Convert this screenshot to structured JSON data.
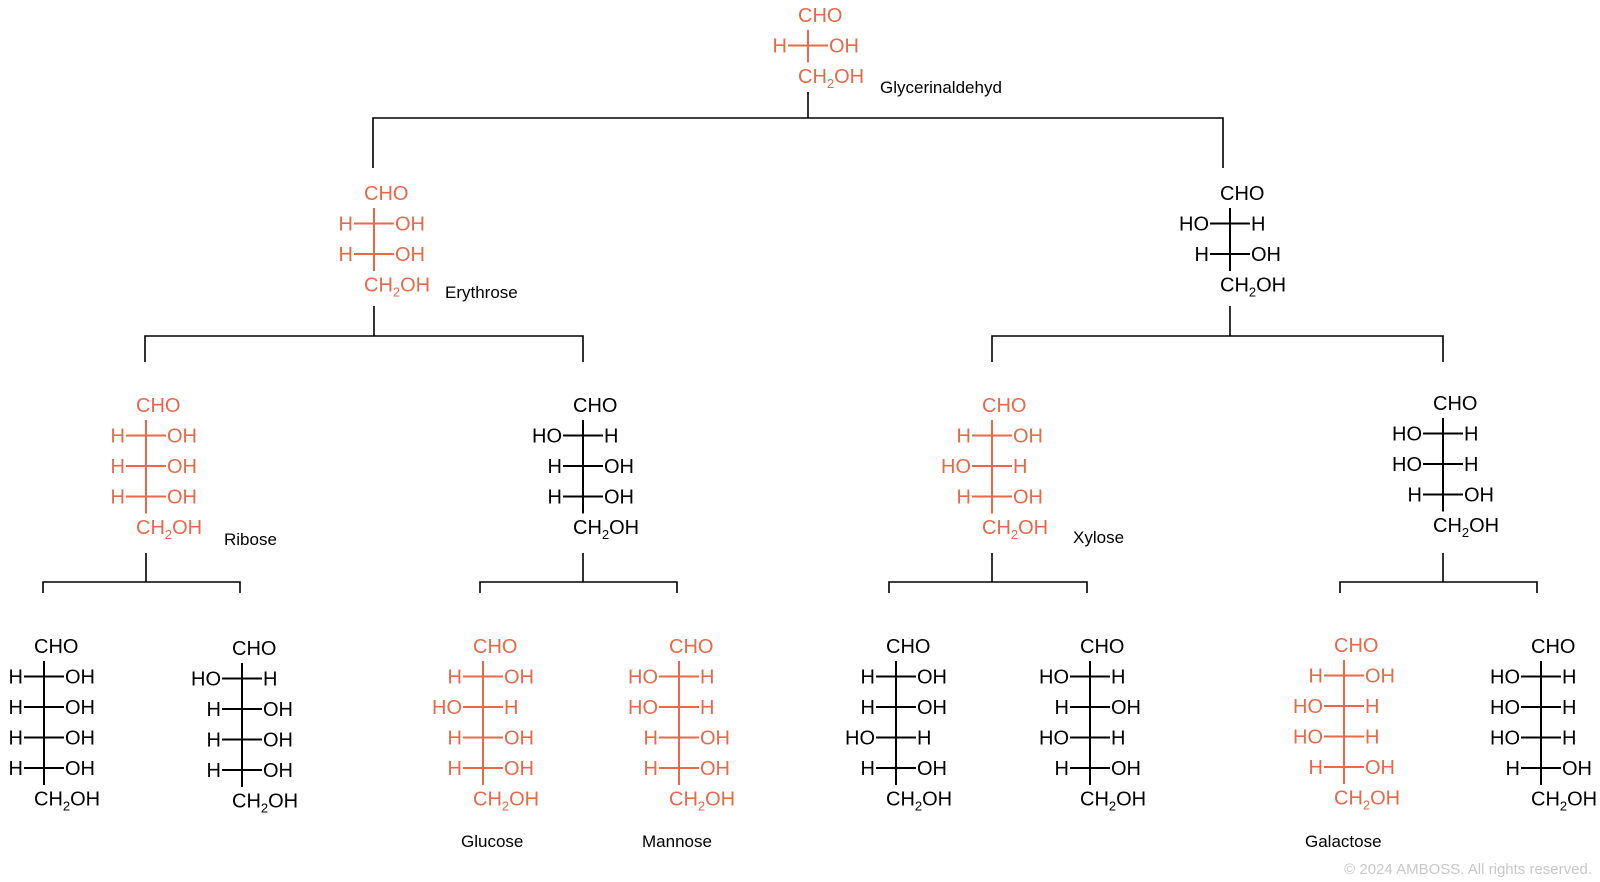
{
  "colors": {
    "highlight": "#E8694A",
    "normal": "#000000",
    "connector": "#000000"
  },
  "labels": {
    "glyceraldehyde": "Glycerinaldehyd",
    "erythrose": "Erythrose",
    "ribose": "Ribose",
    "xylose": "Xylose",
    "glucose": "Glucose",
    "mannose": "Mannose",
    "galactose": "Galactose"
  },
  "copyright": "© 2024 AMBOSS. All rights reserved.",
  "molecules": [
    {
      "id": "glyceraldehyde",
      "highlight": true,
      "top": "CHO",
      "rows": [
        [
          "H",
          "OH"
        ]
      ],
      "bottom": "CH2OH"
    },
    {
      "id": "erythrose",
      "highlight": true,
      "top": "CHO",
      "rows": [
        [
          "H",
          "OH"
        ],
        [
          "H",
          "OH"
        ]
      ],
      "bottom": "CH2OH"
    },
    {
      "id": "threose",
      "highlight": false,
      "top": "CHO",
      "rows": [
        [
          "HO",
          "H"
        ],
        [
          "H",
          "OH"
        ]
      ],
      "bottom": "CH2OH"
    },
    {
      "id": "ribose",
      "highlight": true,
      "top": "CHO",
      "rows": [
        [
          "H",
          "OH"
        ],
        [
          "H",
          "OH"
        ],
        [
          "H",
          "OH"
        ]
      ],
      "bottom": "CH2OH"
    },
    {
      "id": "arabinose",
      "highlight": false,
      "top": "CHO",
      "rows": [
        [
          "HO",
          "H"
        ],
        [
          "H",
          "OH"
        ],
        [
          "H",
          "OH"
        ]
      ],
      "bottom": "CH2OH"
    },
    {
      "id": "xylose",
      "highlight": true,
      "top": "CHO",
      "rows": [
        [
          "H",
          "OH"
        ],
        [
          "HO",
          "H"
        ],
        [
          "H",
          "OH"
        ]
      ],
      "bottom": "CH2OH"
    },
    {
      "id": "lyxose",
      "highlight": false,
      "top": "CHO",
      "rows": [
        [
          "HO",
          "H"
        ],
        [
          "HO",
          "H"
        ],
        [
          "H",
          "OH"
        ]
      ],
      "bottom": "CH2OH"
    },
    {
      "id": "allose",
      "highlight": false,
      "top": "CHO",
      "rows": [
        [
          "H",
          "OH"
        ],
        [
          "H",
          "OH"
        ],
        [
          "H",
          "OH"
        ],
        [
          "H",
          "OH"
        ]
      ],
      "bottom": "CH2OH"
    },
    {
      "id": "altrose",
      "highlight": false,
      "top": "CHO",
      "rows": [
        [
          "HO",
          "H"
        ],
        [
          "H",
          "OH"
        ],
        [
          "H",
          "OH"
        ],
        [
          "H",
          "OH"
        ]
      ],
      "bottom": "CH2OH"
    },
    {
      "id": "glucose",
      "highlight": true,
      "top": "CHO",
      "rows": [
        [
          "H",
          "OH"
        ],
        [
          "HO",
          "H"
        ],
        [
          "H",
          "OH"
        ],
        [
          "H",
          "OH"
        ]
      ],
      "bottom": "CH2OH"
    },
    {
      "id": "mannose",
      "highlight": true,
      "top": "CHO",
      "rows": [
        [
          "HO",
          "H"
        ],
        [
          "HO",
          "H"
        ],
        [
          "H",
          "OH"
        ],
        [
          "H",
          "OH"
        ]
      ],
      "bottom": "CH2OH"
    },
    {
      "id": "gulose",
      "highlight": false,
      "top": "CHO",
      "rows": [
        [
          "H",
          "OH"
        ],
        [
          "H",
          "OH"
        ],
        [
          "HO",
          "H"
        ],
        [
          "H",
          "OH"
        ]
      ],
      "bottom": "CH2OH"
    },
    {
      "id": "idose",
      "highlight": false,
      "top": "CHO",
      "rows": [
        [
          "HO",
          "H"
        ],
        [
          "H",
          "OH"
        ],
        [
          "HO",
          "H"
        ],
        [
          "H",
          "OH"
        ]
      ],
      "bottom": "CH2OH"
    },
    {
      "id": "galactose",
      "highlight": true,
      "top": "CHO",
      "rows": [
        [
          "H",
          "OH"
        ],
        [
          "HO",
          "H"
        ],
        [
          "HO",
          "H"
        ],
        [
          "H",
          "OH"
        ]
      ],
      "bottom": "CH2OH"
    },
    {
      "id": "talose",
      "highlight": false,
      "top": "CHO",
      "rows": [
        [
          "HO",
          "H"
        ],
        [
          "HO",
          "H"
        ],
        [
          "HO",
          "H"
        ],
        [
          "H",
          "OH"
        ]
      ],
      "bottom": "CH2OH"
    }
  ]
}
